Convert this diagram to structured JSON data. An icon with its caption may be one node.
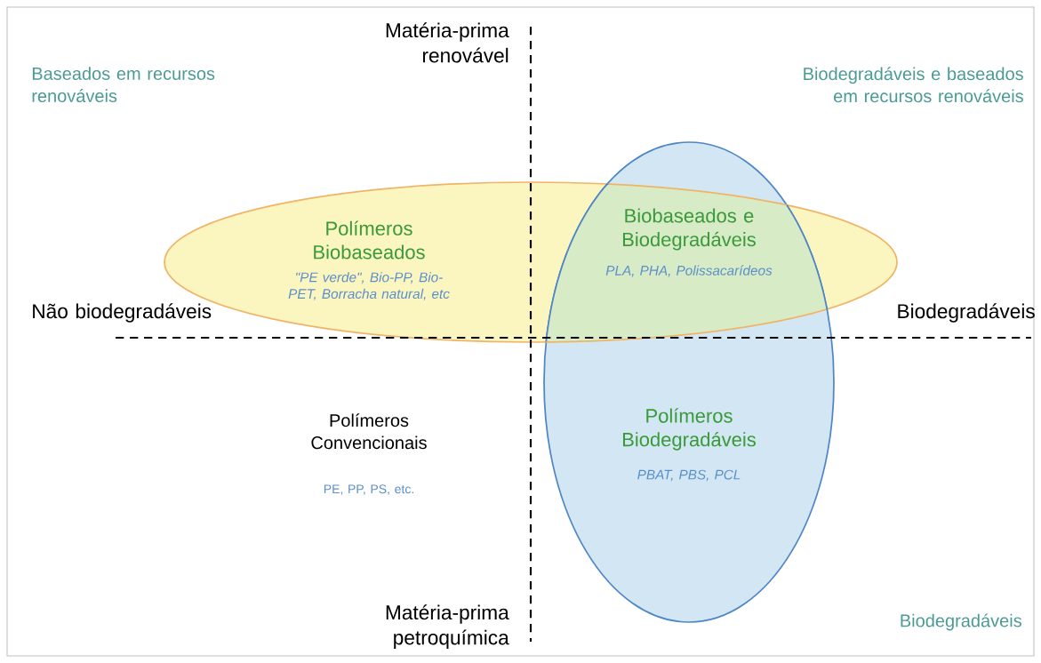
{
  "diagram": {
    "nodes": [
      {
        "text": [
          "Polímeros Biobaseados",
          "\"PE verde\", Bio-PP, Bio-PET, Borracha natural, etc"
        ]
      },
      {
        "text": [
          "Polímeros Biodegradáveis",
          "PBAT, PBS, PCL"
        ]
      },
      {
        "text": [
          "Biobaseados e Biodegradáveis",
          "PLA, PHA, Polissacarídeos"
        ]
      }
    ],
    "edges": [],
    "labels": [
      "Baseados em recursos renováveis",
      "Matéria-prima renovável",
      "Biodegradáveis e baseados em recursos renováveis",
      "Não biodegradáveis",
      "Biodegradáveis",
      "Polímeros Convencionais",
      "PE, PP, PS, etc.",
      "Matéria-prima petroquímica",
      "Biodegradáveis"
    ]
  }
}
